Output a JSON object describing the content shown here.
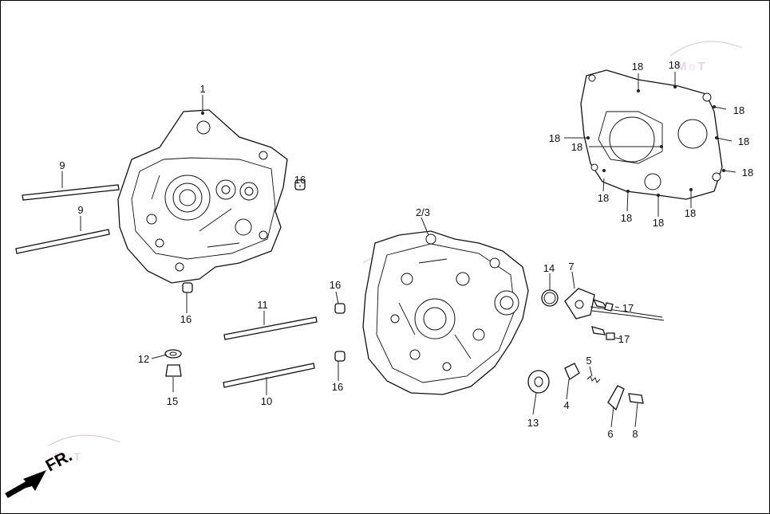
{
  "parts": [
    {
      "id": "crankcase-right",
      "label": "1"
    },
    {
      "id": "crankcase-left",
      "label": "2/3"
    },
    {
      "id": "oil-strainer-screen",
      "label": "4"
    },
    {
      "id": "spring",
      "label": "5"
    },
    {
      "id": "setting-plate",
      "label": "6"
    },
    {
      "id": "neutral-switch",
      "label": "7"
    },
    {
      "id": "bolt-8",
      "label": "8"
    },
    {
      "id": "stud-bolt-9",
      "label": "9"
    },
    {
      "id": "stud-bolt-10",
      "label": "10"
    },
    {
      "id": "stud-bolt-11",
      "label": "11"
    },
    {
      "id": "washer",
      "label": "12"
    },
    {
      "id": "oil-seal",
      "label": "13"
    },
    {
      "id": "o-ring",
      "label": "14"
    },
    {
      "id": "drain-bolt",
      "label": "15"
    },
    {
      "id": "dowel-pin",
      "label": "16"
    },
    {
      "id": "bolt-17",
      "label": "17"
    },
    {
      "id": "flange-bolt-18",
      "label": "18"
    }
  ],
  "direction": {
    "label": "FR.",
    "icon": "front-arrow-icon"
  },
  "watermark": {
    "text": "MOTO"
  },
  "colors": {
    "line": "#111111",
    "background": "#ffffff",
    "frame": "#000000"
  }
}
